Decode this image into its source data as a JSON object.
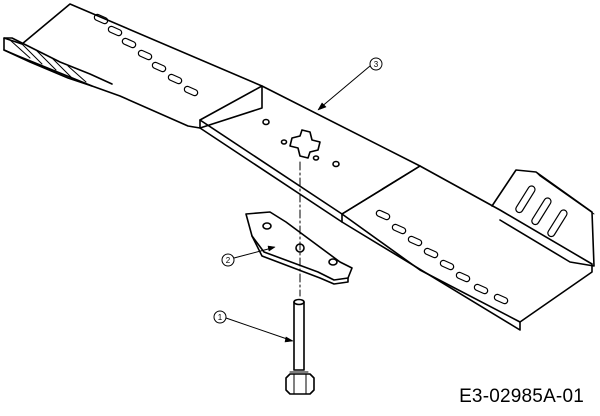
{
  "drawing_number": "E3-02985A-01",
  "callouts": [
    {
      "id": "bolt",
      "label": "1"
    },
    {
      "id": "blade-adapter",
      "label": "2"
    },
    {
      "id": "mower-blade",
      "label": "3"
    }
  ],
  "colors": {
    "line": "#000000",
    "background": "#ffffff"
  }
}
